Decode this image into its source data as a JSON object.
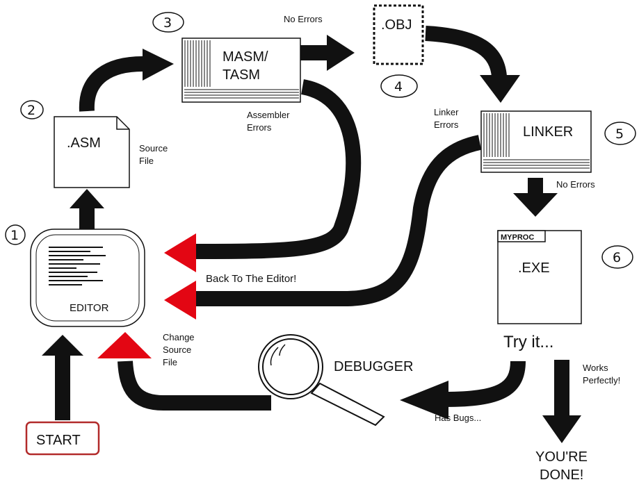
{
  "steps": {
    "s1": "1",
    "s2": "2",
    "s3": "3",
    "s4": "4",
    "s5": "5",
    "s6": "6"
  },
  "nodes": {
    "asm": ".ASM",
    "masm_line1": "MASM/",
    "masm_line2": "TASM",
    "obj": ".OBJ",
    "linker": "LINKER",
    "exe": ".EXE",
    "exe_tab": "MYPROC",
    "editor": "EDITOR",
    "start": "START",
    "debugger": "DEBUGGER"
  },
  "labels": {
    "source_file_1": "Source",
    "source_file_2": "File",
    "no_errors_top": "No Errors",
    "assembler_errors_1": "Assembler",
    "assembler_errors_2": "Errors",
    "linker_errors_1": "Linker",
    "linker_errors_2": "Errors",
    "no_errors_right": "No Errors",
    "back_to_editor": "Back To The Editor!",
    "change_source_1": "Change",
    "change_source_2": "Source",
    "change_source_3": "File",
    "try_it": "Try  it...",
    "works_perfectly_1": "Works",
    "works_perfectly_2": "Perfectly!",
    "has_bugs": "Has Bugs...",
    "youre_done_1": "YOU'RE",
    "youre_done_2": "DONE!"
  },
  "colors": {
    "arrow": "#111111",
    "accent_red": "#e30613",
    "start_border": "#b22a2a"
  }
}
